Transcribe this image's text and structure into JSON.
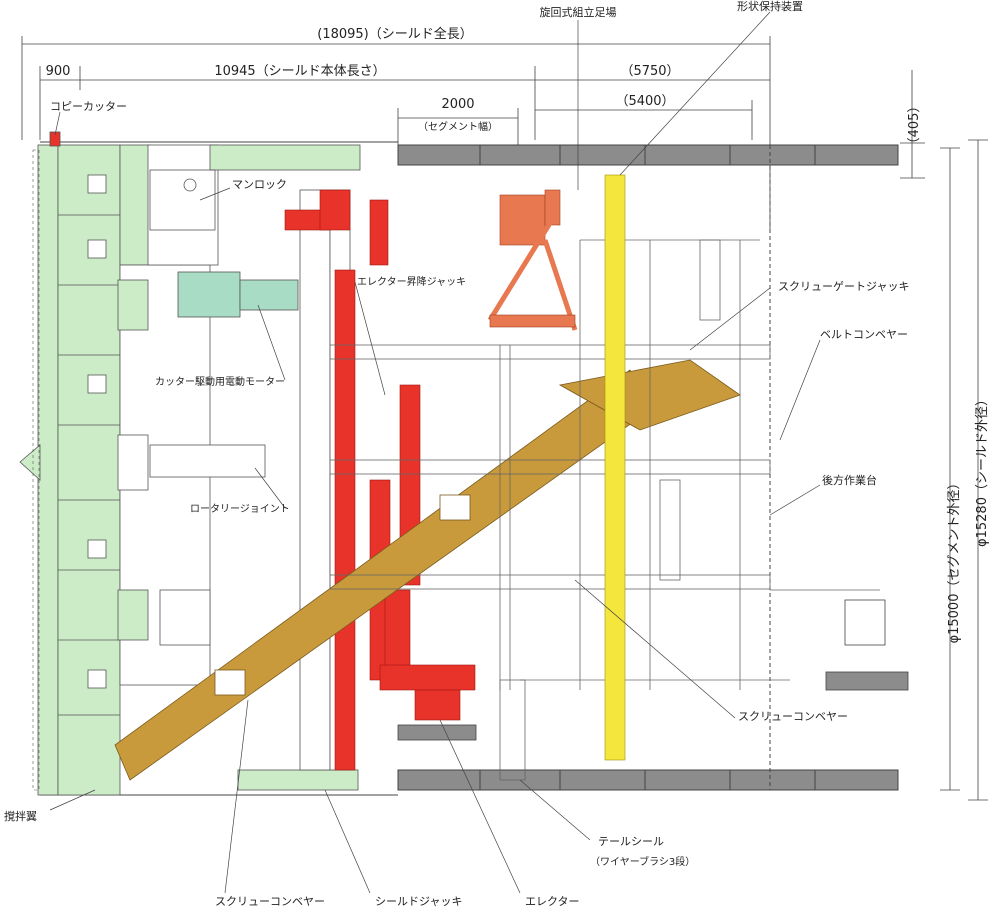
{
  "dimensions": {
    "overall_length": "(18095)（シールド全長）",
    "copy_cutter_offset": "900",
    "body_length": "10945（シールド本体長さ）",
    "segment_width": "2000",
    "segment_width_note": "（セグメント幅）",
    "rear_5750": "（5750）",
    "rear_5400": "（5400）",
    "offset_405": "（405）",
    "segment_od": "φ15000（セグメント外径）",
    "shield_od": "φ15280（シールド外径）"
  },
  "labels": {
    "copy_cutter": "コピーカッター",
    "man_lock": "マンロック",
    "cutter_motor": "カッター駆動用電動モーター",
    "rotary_joint": "ロータリージョイント",
    "erector_jack": "エレクター昇降ジャッキ",
    "rotary_platform": "旋回式組立足場",
    "shape_keeper": "形状保持装置",
    "screw_gate_jack": "スクリューゲートジャッキ",
    "belt_conveyor": "ベルトコンベヤー",
    "rear_platform": "後方作業台",
    "screw_conveyor_inner": "スクリューコンベヤー",
    "agitator": "撹拌翼",
    "tail_seal": "テールシール",
    "tail_seal_note": "（ワイヤーブラシ3段）",
    "screw_conveyor_bottom": "スクリューコンベヤー",
    "shield_jack": "シールドジャッキ",
    "erector": "エレクター"
  },
  "colors": {
    "green": "#ccecc8",
    "teal": "#a8dcc4",
    "red": "#e8332a",
    "orange": "#e87850",
    "gold": "#c89a3c",
    "yellow": "#f4e63c",
    "gray": "#8c8c8c",
    "line": "#444444"
  }
}
